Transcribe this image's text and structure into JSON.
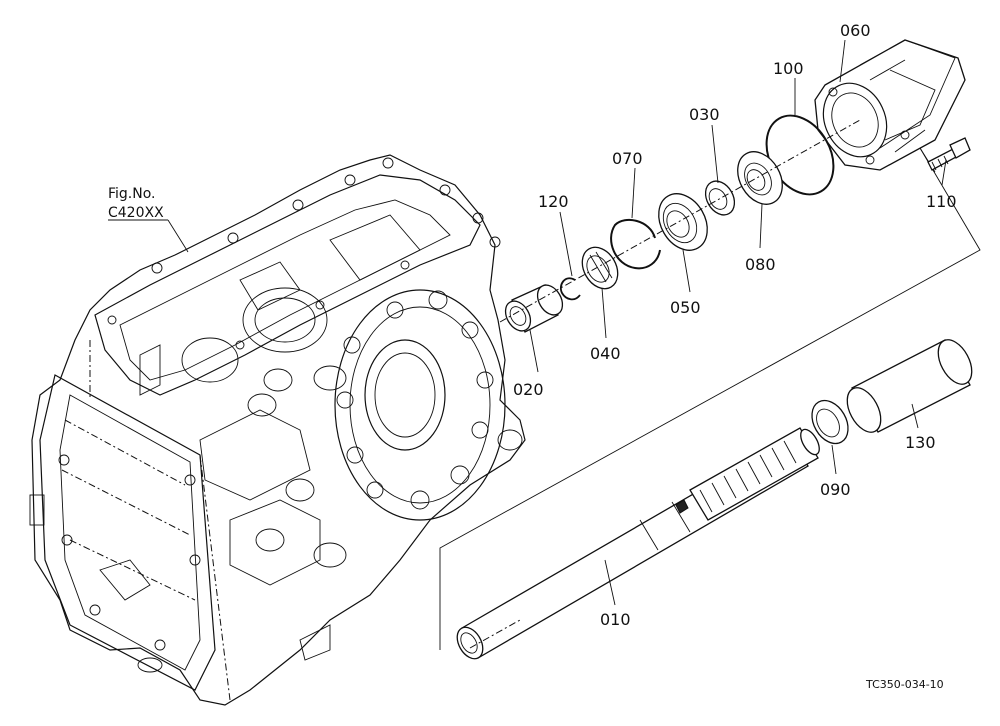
{
  "figure_ref": {
    "line1": "Fig.No.",
    "line2": "C420XX"
  },
  "drawing_code": "TC350-034-10",
  "parts": [
    {
      "id": "010",
      "label": "010"
    },
    {
      "id": "020",
      "label": "020"
    },
    {
      "id": "030",
      "label": "030"
    },
    {
      "id": "040",
      "label": "040"
    },
    {
      "id": "050",
      "label": "050"
    },
    {
      "id": "060",
      "label": "060"
    },
    {
      "id": "070",
      "label": "070"
    },
    {
      "id": "080",
      "label": "080"
    },
    {
      "id": "090",
      "label": "090"
    },
    {
      "id": "100",
      "label": "100"
    },
    {
      "id": "110",
      "label": "110"
    },
    {
      "id": "120",
      "label": "120"
    },
    {
      "id": "130",
      "label": "130"
    }
  ]
}
